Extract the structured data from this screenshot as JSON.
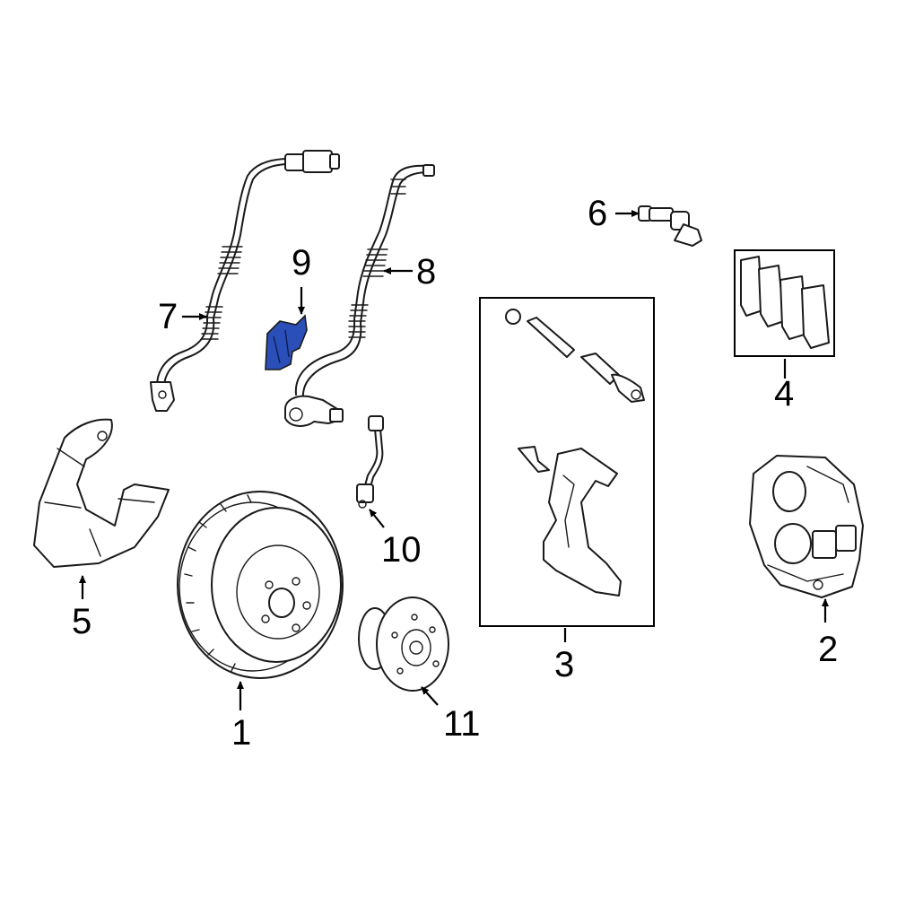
{
  "diagram": {
    "highlight_color": "#2b4fb8",
    "highlighted_part": "9",
    "callouts": {
      "c1": "1",
      "c2": "2",
      "c3": "3",
      "c4": "4",
      "c5": "5",
      "c6": "6",
      "c7": "7",
      "c8": "8",
      "c9": "9",
      "c10": "10",
      "c11": "11"
    }
  }
}
